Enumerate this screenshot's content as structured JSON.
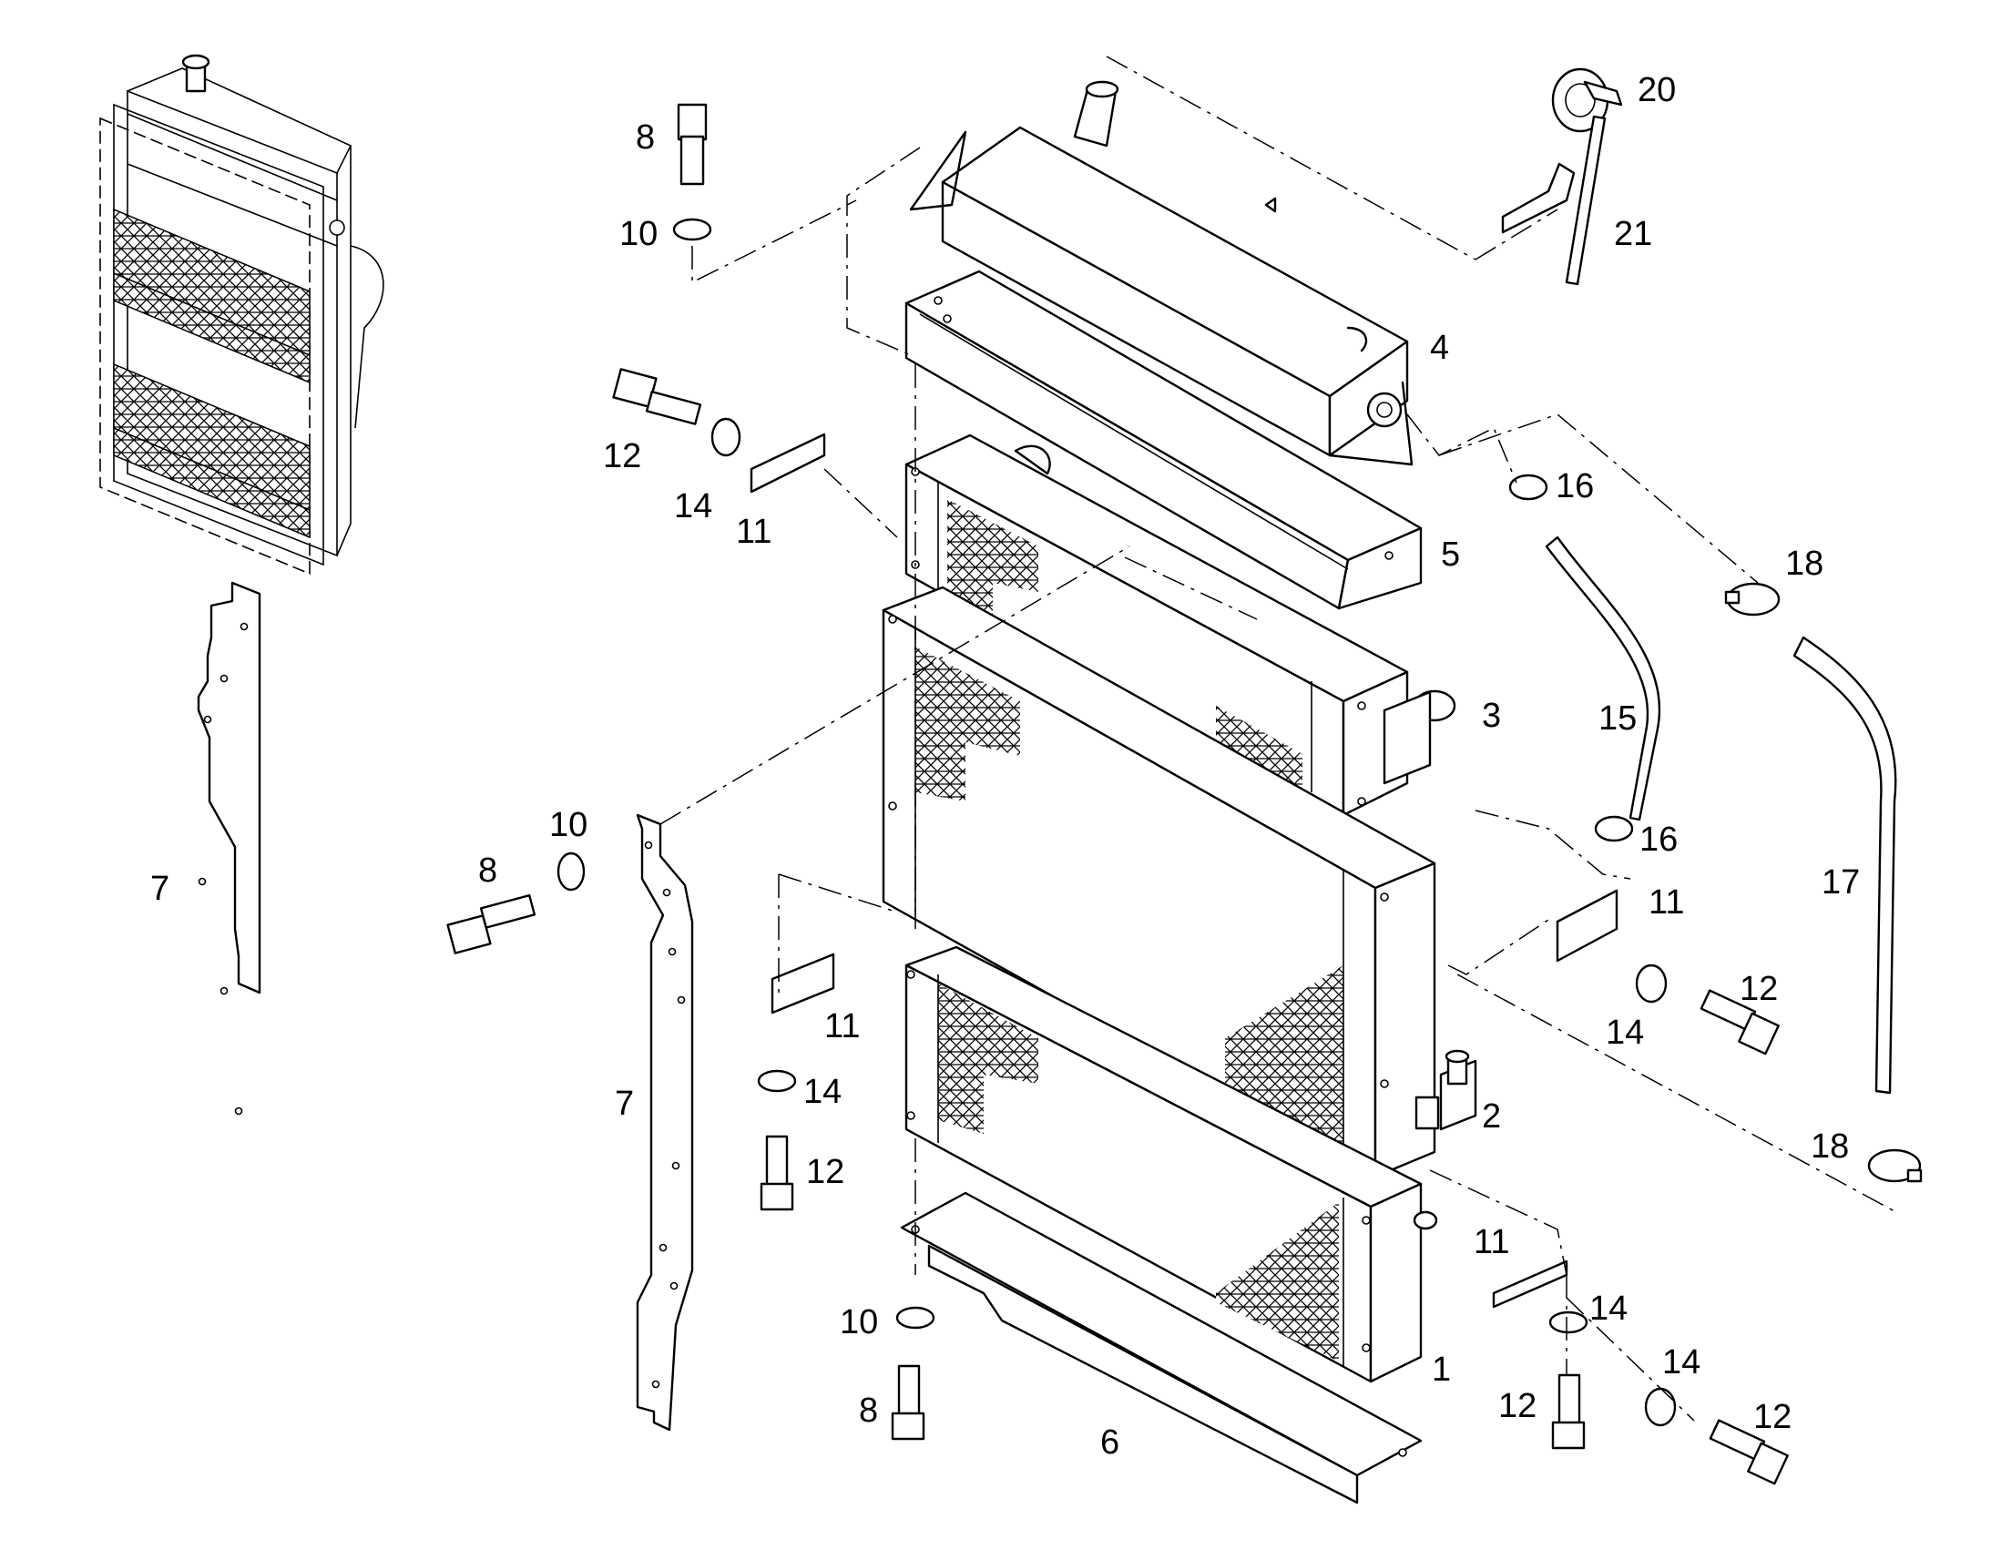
{
  "callouts": [
    {
      "id": "c1",
      "text": "1"
    },
    {
      "id": "c2",
      "text": "2"
    },
    {
      "id": "c3",
      "text": "3"
    },
    {
      "id": "c4",
      "text": "4"
    },
    {
      "id": "c5",
      "text": "5"
    },
    {
      "id": "c6",
      "text": "6"
    },
    {
      "id": "c7a",
      "text": "7"
    },
    {
      "id": "c7b",
      "text": "7"
    },
    {
      "id": "c8a",
      "text": "8"
    },
    {
      "id": "c8b",
      "text": "8"
    },
    {
      "id": "c8c",
      "text": "8"
    },
    {
      "id": "c10a",
      "text": "10"
    },
    {
      "id": "c10b",
      "text": "10"
    },
    {
      "id": "c10c",
      "text": "10"
    },
    {
      "id": "c11a",
      "text": "11"
    },
    {
      "id": "c11b",
      "text": "11"
    },
    {
      "id": "c11c",
      "text": "11"
    },
    {
      "id": "c11d",
      "text": "11"
    },
    {
      "id": "c12a",
      "text": "12"
    },
    {
      "id": "c12b",
      "text": "12"
    },
    {
      "id": "c12c",
      "text": "12"
    },
    {
      "id": "c12d",
      "text": "12"
    },
    {
      "id": "c12e",
      "text": "12"
    },
    {
      "id": "c14a",
      "text": "14"
    },
    {
      "id": "c14b",
      "text": "14"
    },
    {
      "id": "c14c",
      "text": "14"
    },
    {
      "id": "c14d",
      "text": "14"
    },
    {
      "id": "c14e",
      "text": "14"
    },
    {
      "id": "c15",
      "text": "15"
    },
    {
      "id": "c16a",
      "text": "16"
    },
    {
      "id": "c16b",
      "text": "16"
    },
    {
      "id": "c17",
      "text": "17"
    },
    {
      "id": "c18a",
      "text": "18"
    },
    {
      "id": "c18b",
      "text": "18"
    },
    {
      "id": "c20",
      "text": "20"
    },
    {
      "id": "c21",
      "text": "21"
    }
  ]
}
